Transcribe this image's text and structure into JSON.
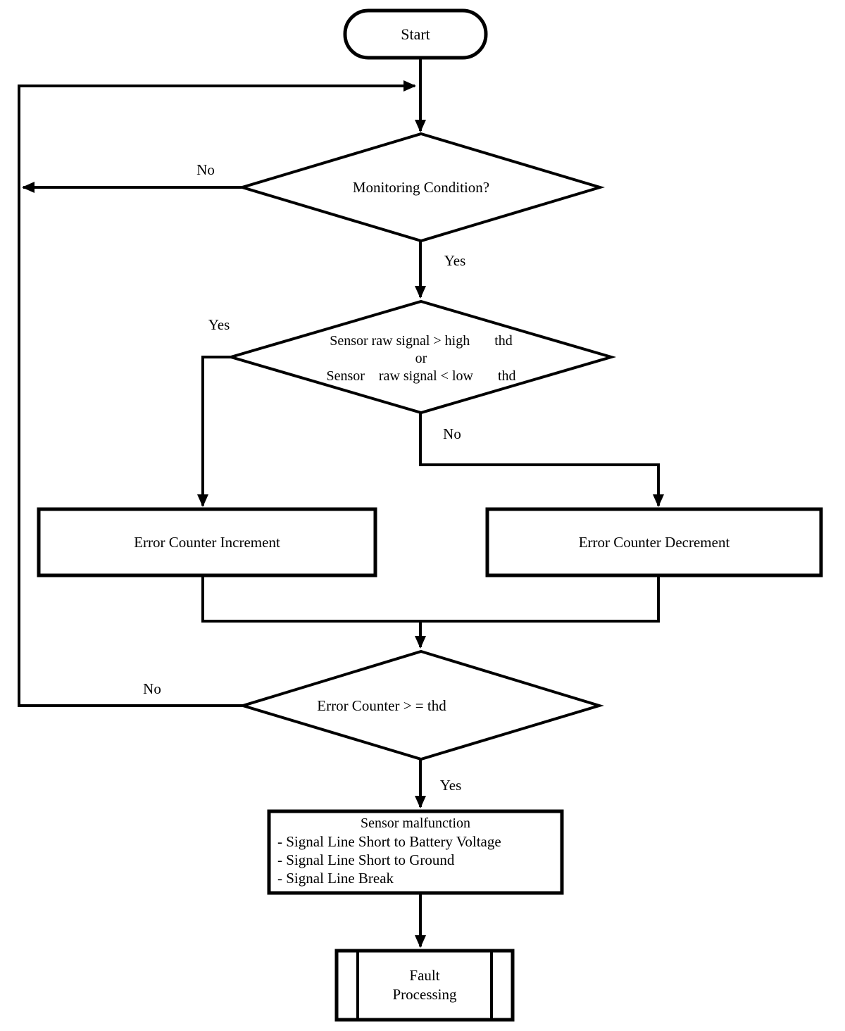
{
  "colors": {
    "stroke": "#000000",
    "background": "#ffffff",
    "text": "#000000"
  },
  "nodes": {
    "start": {
      "label": "Start"
    },
    "monitoring_decision": {
      "label": "Monitoring Condition?"
    },
    "signal_decision": {
      "line1": "Sensor raw signal > high       thd",
      "line2": "or",
      "line3": "Sensor    raw signal < low       thd"
    },
    "error_counter_increment": {
      "label": "Error Counter Increment"
    },
    "error_counter_decrement": {
      "label": "Error Counter Decrement"
    },
    "threshold_decision": {
      "label": "Error Counter > = thd"
    },
    "sensor_malfunction": {
      "title": "Sensor malfunction",
      "items": [
        "- Signal Line Short to Battery Voltage",
        "- Signal Line Short to Ground",
        "- Signal Line Break"
      ]
    },
    "fault_processing": {
      "line1": "Fault",
      "line2": "Processing"
    }
  },
  "edge_labels": {
    "monitoring_no": "No",
    "monitoring_yes": "Yes",
    "signal_yes": "Yes",
    "signal_no": "No",
    "threshold_no": "No",
    "threshold_yes": "Yes"
  }
}
